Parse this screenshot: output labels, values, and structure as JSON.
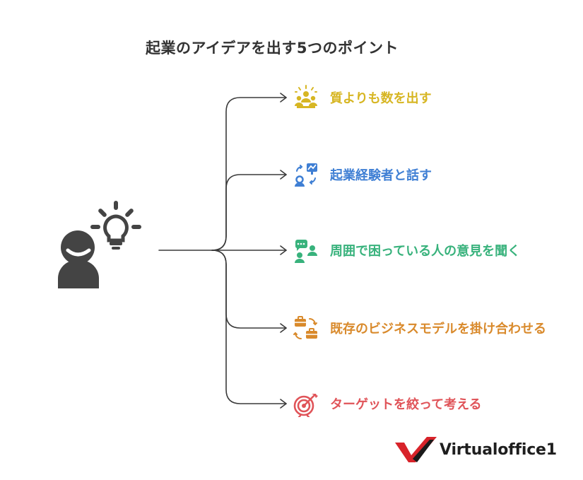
{
  "title": "起業のアイデアを出す5つのポイント",
  "items": [
    {
      "label": "質よりも数を出す",
      "color": "#d7b623",
      "icon": "brainstorm-group-icon"
    },
    {
      "label": "起業経験者と話す",
      "color": "#3f7fd4",
      "icon": "mentor-exchange-icon"
    },
    {
      "label": "周囲で困っている人の意見を聞く",
      "color": "#38b27c",
      "icon": "listening-people-icon"
    },
    {
      "label": "既存のビジネスモデルを掛け合わせる",
      "color": "#d98a2c",
      "icon": "briefcase-swap-icon"
    },
    {
      "label": "ターゲットを絞って考える",
      "color": "#e05459",
      "icon": "target-arrow-icon"
    }
  ],
  "central_icon": "person-lightbulb-icon",
  "logo": {
    "text": "Virtualoffice1",
    "mark_colors": [
      "#d8232a",
      "#1a1a1a"
    ]
  }
}
